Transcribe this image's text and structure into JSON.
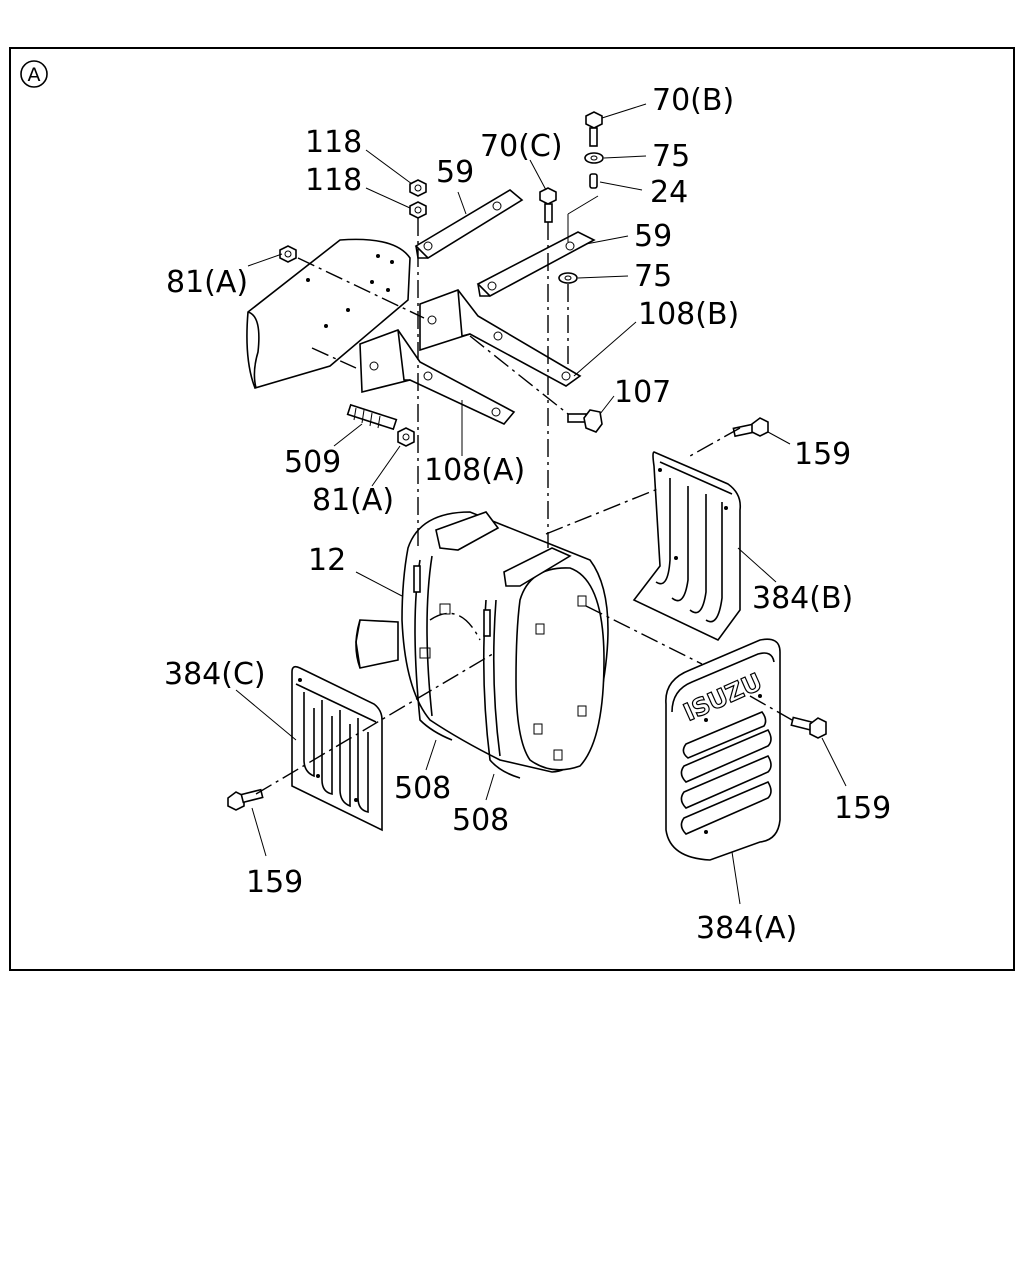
{
  "diagram": {
    "view_marker": "A",
    "logo_text": "ISUZU",
    "callouts": [
      {
        "id": "118-top",
        "text": "118"
      },
      {
        "id": "118-bottom",
        "text": "118"
      },
      {
        "id": "59-left",
        "text": "59"
      },
      {
        "id": "70c",
        "text": "70(C)"
      },
      {
        "id": "70b",
        "text": "70(B)"
      },
      {
        "id": "75-top",
        "text": "75"
      },
      {
        "id": "24",
        "text": "24"
      },
      {
        "id": "59-right",
        "text": "59"
      },
      {
        "id": "75-mid",
        "text": "75"
      },
      {
        "id": "81a-top",
        "text": "81(A)"
      },
      {
        "id": "108b",
        "text": "108(B)"
      },
      {
        "id": "107",
        "text": "107"
      },
      {
        "id": "509",
        "text": "509"
      },
      {
        "id": "108a",
        "text": "108(A)"
      },
      {
        "id": "81a-bottom",
        "text": "81(A)"
      },
      {
        "id": "159-top",
        "text": "159"
      },
      {
        "id": "12",
        "text": "12"
      },
      {
        "id": "384b",
        "text": "384(B)"
      },
      {
        "id": "384c",
        "text": "384(C)"
      },
      {
        "id": "508-left",
        "text": "508"
      },
      {
        "id": "508-right",
        "text": "508"
      },
      {
        "id": "159-right",
        "text": "159"
      },
      {
        "id": "159-left",
        "text": "159"
      },
      {
        "id": "384a",
        "text": "384(A)"
      }
    ]
  }
}
